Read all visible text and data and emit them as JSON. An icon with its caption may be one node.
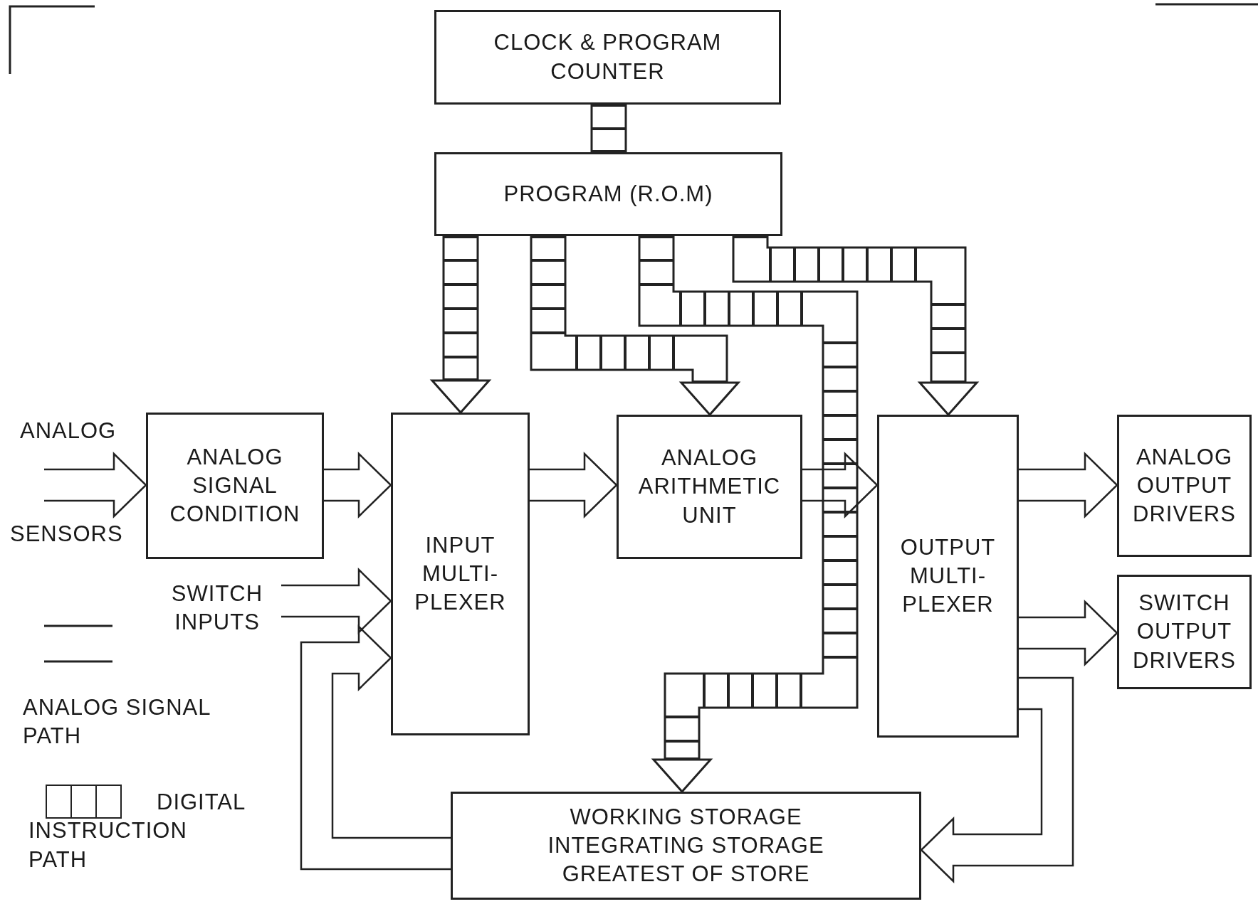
{
  "diagram": {
    "nodes": [
      {
        "text": [
          "CLOCK & PROGRAM COUNTER"
        ]
      },
      {
        "text": [
          "PROGRAM (R.O.M)"
        ]
      },
      {
        "text": [
          "ANALOG SIGNAL CONDITION"
        ]
      },
      {
        "text": [
          "INPUT MULTI- PLEXER"
        ]
      },
      {
        "text": [
          "ANALOG ARITHMETIC UNIT"
        ]
      },
      {
        "text": [
          "OUTPUT MULTI- PLEXER"
        ]
      },
      {
        "text": [
          "ANALOG OUTPUT DRIVERS"
        ]
      },
      {
        "text": [
          "SWITCH OUTPUT DRIVERS"
        ]
      },
      {
        "text": [
          "WORKING STORAGE",
          "INTEGRATING STORAGE",
          "GREATEST OF STORE"
        ]
      },
      {
        "text": [
          "SWITCH INPUTS"
        ]
      }
    ],
    "edges": [
      {
        "from": 0,
        "to": 1,
        "arrow": "none",
        "style": "dashed"
      },
      {
        "from": 1,
        "to": 3,
        "arrow": "to",
        "style": "dashed"
      },
      {
        "from": 1,
        "to": 4,
        "arrow": "to",
        "style": "dashed"
      },
      {
        "from": 1,
        "to": 8,
        "arrow": "to",
        "style": "dashed"
      },
      {
        "from": 1,
        "to": 5,
        "arrow": "to",
        "style": "dashed"
      },
      {
        "from": null,
        "to": 2,
        "arrow": "to"
      },
      {
        "from": 2,
        "to": 3,
        "arrow": "to"
      },
      {
        "from": 9,
        "to": 3,
        "arrow": "to"
      },
      {
        "from": 3,
        "to": 4,
        "arrow": "to"
      },
      {
        "from": 4,
        "to": 5,
        "arrow": "to"
      },
      {
        "from": 5,
        "to": 6,
        "arrow": "to"
      },
      {
        "from": 5,
        "to": 7,
        "arrow": "to"
      },
      {
        "from": 5,
        "to": 8,
        "arrow": "to"
      },
      {
        "from": 8,
        "to": 3,
        "arrow": "to"
      }
    ],
    "labels": [
      "ANALOG",
      "SENSORS"
    ],
    "legend": [
      {
        "text": "ANALOG SIGNAL PATH"
      },
      {
        "text": "DIGITAL INSTRUCTION PATH"
      }
    ]
  }
}
